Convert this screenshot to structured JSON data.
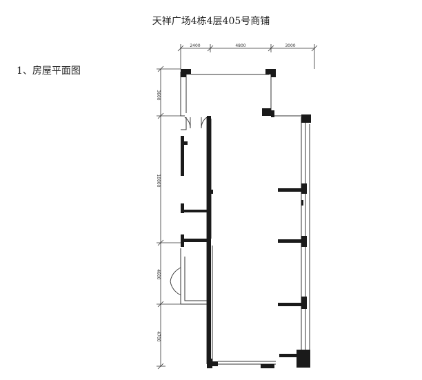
{
  "document": {
    "title": "天祥广场4栋4层405号商铺",
    "section_label": "1、房屋平面图"
  },
  "floor_plan": {
    "top_dimensions": [
      "2400",
      "4800",
      "3000"
    ],
    "left_dimensions": [
      "3600",
      "10000",
      "4600",
      "4700"
    ],
    "colors": {
      "wall": "#1a1a1a",
      "line": "#333333",
      "background": "#ffffff"
    }
  }
}
